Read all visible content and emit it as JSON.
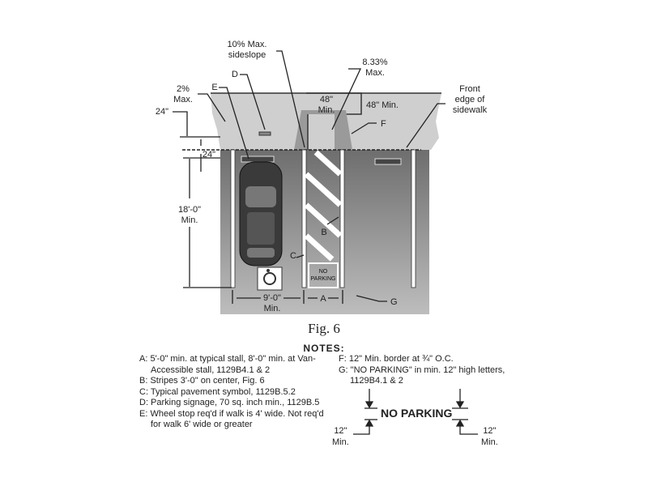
{
  "diagram": {
    "labels": {
      "sideslope": [
        "10% Max.",
        "sideslope"
      ],
      "ramp_slope": [
        "8.33%",
        "Max."
      ],
      "d": "D",
      "e": "E",
      "cross_slope": [
        "2%",
        "Max."
      ],
      "top_24": "24\"",
      "mid_24": "24\"",
      "landing_48": [
        "48\"",
        "Min."
      ],
      "landing_48_min": "48\" Min.",
      "f": "F",
      "front_edge": [
        "Front",
        "edge of",
        "sidewalk"
      ],
      "stall_length": [
        "18'-0\"",
        "Min."
      ],
      "stall_width": [
        "9'-0\"",
        "Min."
      ],
      "a": "A",
      "b": "B",
      "c": "C",
      "g": "G",
      "no_parking_stencil": [
        "NO",
        "PARKING"
      ]
    },
    "caption": "Fig. 6"
  },
  "notes": {
    "title": "NOTES:",
    "left": [
      "A: 5'-0\" min. at typical stall, 8'-0\" min. at Van-Accessible stall, 1129B4.1 & 2",
      "B: Stripes 3'-0\" on center, Fig. 6",
      "C: Typical pavement symbol, 1129B.5.2",
      "D: Parking signage, 70 sq. inch min., 1129B.5",
      "E: Wheel stop req'd if walk is 4' wide. Not req'd for walk 6' wide or greater"
    ],
    "right": [
      "F: 12\" Min. border at ¾\" O.C.",
      "G: \"NO PARKING\" in  min. 12\" high letters, 1129B4.1 & 2"
    ],
    "sample_text": "NO PARKING",
    "min_left": [
      "12\"",
      "Min."
    ],
    "min_right": [
      "12\"",
      "Min."
    ]
  }
}
